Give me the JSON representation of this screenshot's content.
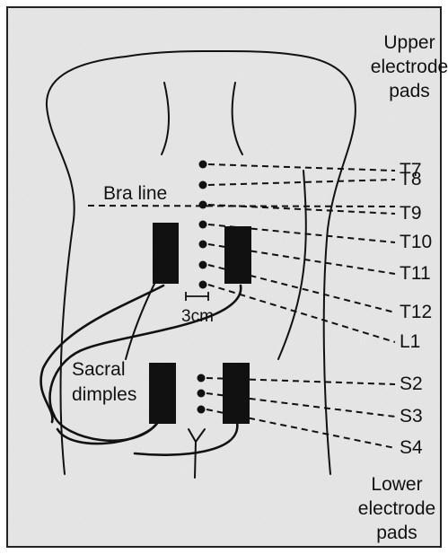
{
  "labels": {
    "upper_pads": [
      "Upper",
      "electrode",
      "pads"
    ],
    "lower_pads": [
      "Lower",
      "electrode",
      "pads"
    ],
    "bra_line": "Bra line",
    "sacral": [
      "Sacral",
      "dimples"
    ],
    "scale": "3cm"
  },
  "vertebrae_upper": [
    "T7",
    "T8",
    "T9",
    "T10",
    "T11",
    "T12",
    "L1"
  ],
  "vertebrae_lower": [
    "S2",
    "S3",
    "S4"
  ],
  "colors": {
    "background": "#e9e9e9",
    "ink": "#111111",
    "frame": "#222222"
  }
}
